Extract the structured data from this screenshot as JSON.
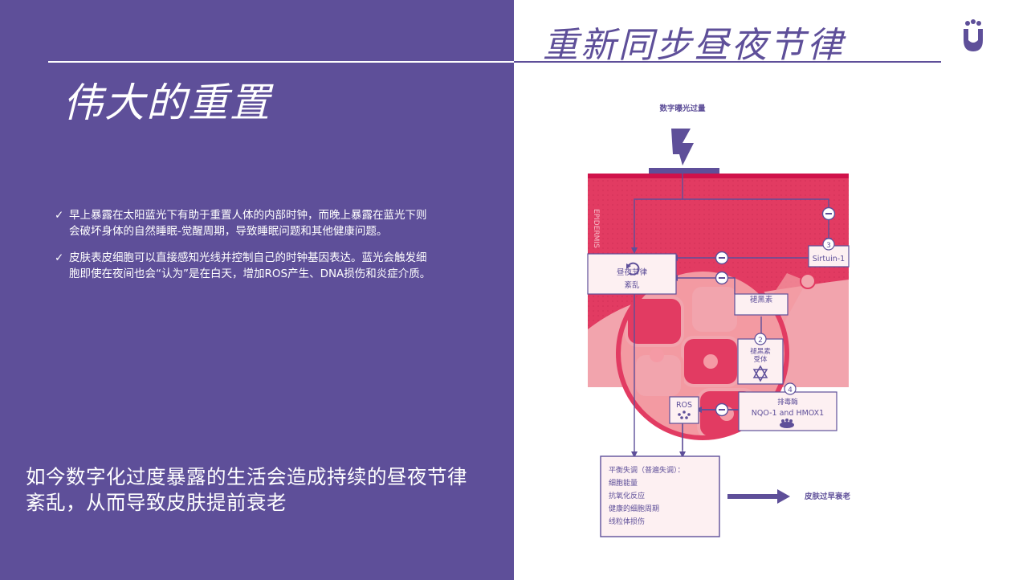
{
  "left": {
    "title": "伟大的重置",
    "bullets": [
      {
        "mark": "✓",
        "text": "早上暴露在太阳蓝光下有助于重置人体的内部时钟，而晚上暴露在蓝光下则会破坏身体的自然睡眠-觉醒周期，导致睡眠问题和其他健康问题。"
      },
      {
        "mark": "✓",
        "text": "皮肤表皮细胞可以直接感知光线并控制自己的时钟基因表达。蓝光会触发细胞即使在夜间也会“认为”是在白天，增加ROS产生、DNA损伤和炎症介质。"
      }
    ],
    "conclusion": "如今数字化过度暴露的生活会造成持续的昼夜节律紊乱，从而导致皮肤提前衰老"
  },
  "right": {
    "title": "重新同步昼夜节律"
  },
  "diagram": {
    "digital_exposure": "数字曝光过量",
    "epidermis": "EPIDERMIS",
    "circadian_line1": "昼夜节律",
    "circadian_line2": "紊乱",
    "sirtuin_num": "3",
    "sirtuin": "Sirtuin-1",
    "melanin": "褪黑素",
    "receptor_num": "2",
    "receptor_line1": "褪黑素",
    "receptor_line2": "受体",
    "detox_num": "4",
    "detox_line1": "排毒酶",
    "detox_line2": "NQO-1 and HMOX1",
    "ros": "ROS",
    "imbalance_title": "平衡失调（普遍失调）：",
    "imbalance_items": [
      "细胞能量",
      "抗氧化反应",
      "健康的细胞周期",
      "线粒体损伤"
    ],
    "result": "皮肤过早衰老",
    "colors": {
      "purple": "#5e4f99",
      "skin_red": "#e23b62",
      "skin_pink": "#f2a4ad",
      "cell_pink": "#f39aa2"
    }
  }
}
